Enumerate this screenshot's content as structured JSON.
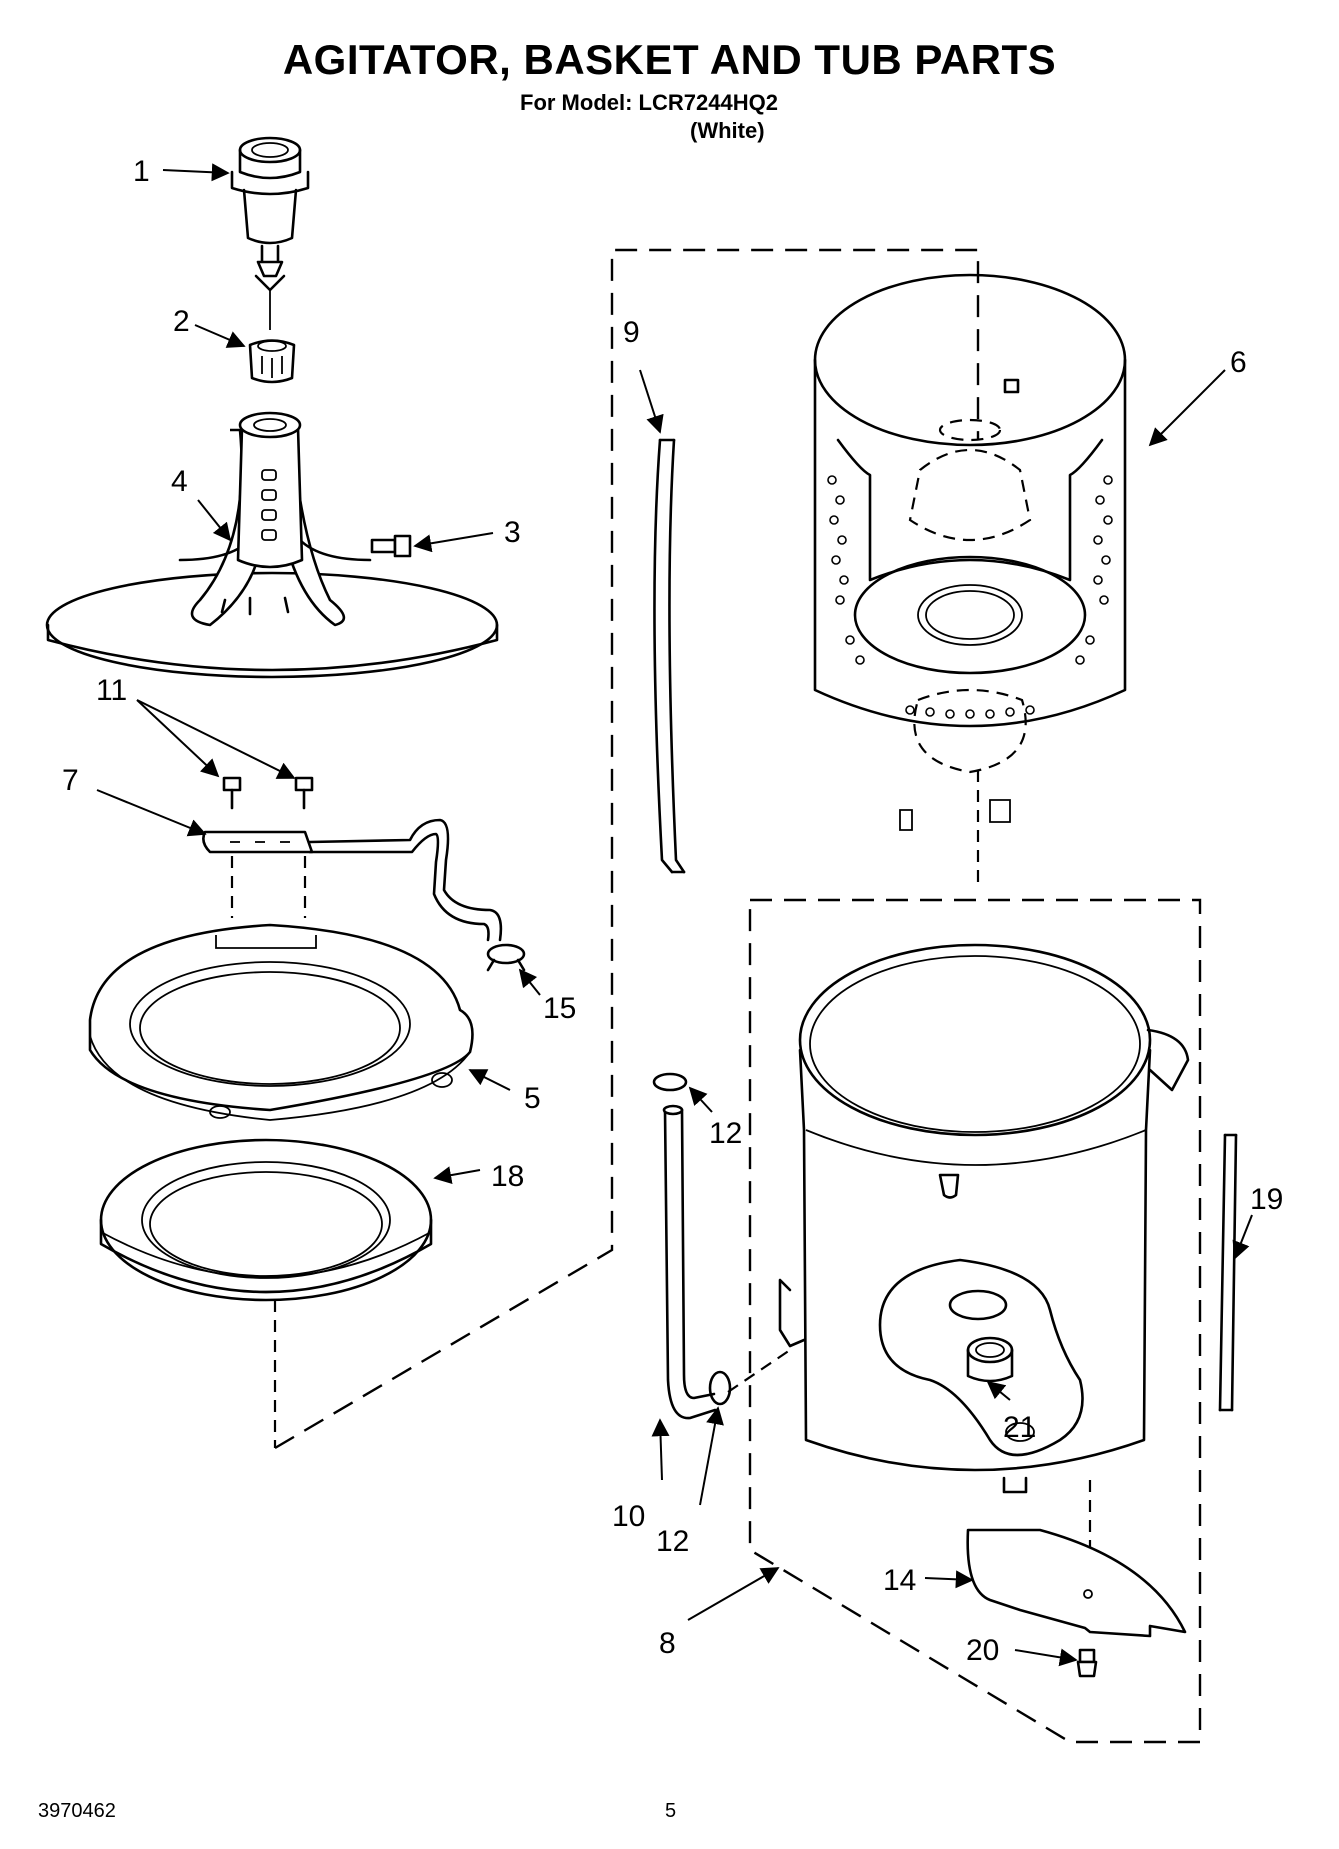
{
  "page": {
    "title": "AGITATOR, BASKET AND TUB PARTS",
    "model_line": "For Model: LCR7244HQ2",
    "variant": "(White)",
    "doc_number": "3970462",
    "page_number": "5"
  },
  "callouts": {
    "c1": "1",
    "c2": "2",
    "c3": "3",
    "c4": "4",
    "c5": "5",
    "c6": "6",
    "c7": "7",
    "c8": "8",
    "c9": "9",
    "c10": "10",
    "c11": "11",
    "c12a": "12",
    "c12b": "12",
    "c14": "14",
    "c15": "15",
    "c18": "18",
    "c19": "19",
    "c20": "20",
    "c21": "21"
  }
}
